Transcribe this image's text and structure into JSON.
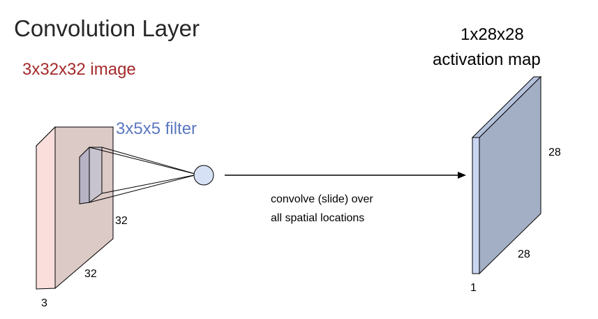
{
  "title": "Convolution Layer",
  "input": {
    "label": "3x32x32 image",
    "height_label": "32",
    "width_label": "32",
    "depth_label": "3",
    "color": "#a52a2a"
  },
  "filter": {
    "label": "3x5x5 filter",
    "color": "#5b78c0"
  },
  "operation": {
    "line1": "convolve (slide) over",
    "line2": "all spatial locations"
  },
  "output": {
    "label_line1": "1x28x28",
    "label_line2": "activation map",
    "height_label": "28",
    "width_label": "28",
    "depth_label": "1"
  },
  "colors": {
    "input_front": "#f9dedb",
    "input_face": "#dccac6",
    "filter_face": "#c7c3cf",
    "output_front": "#c9d5f1",
    "output_face": "#a3afc5",
    "dot_fill": "#d7e1f6",
    "arrow": "#000000"
  }
}
